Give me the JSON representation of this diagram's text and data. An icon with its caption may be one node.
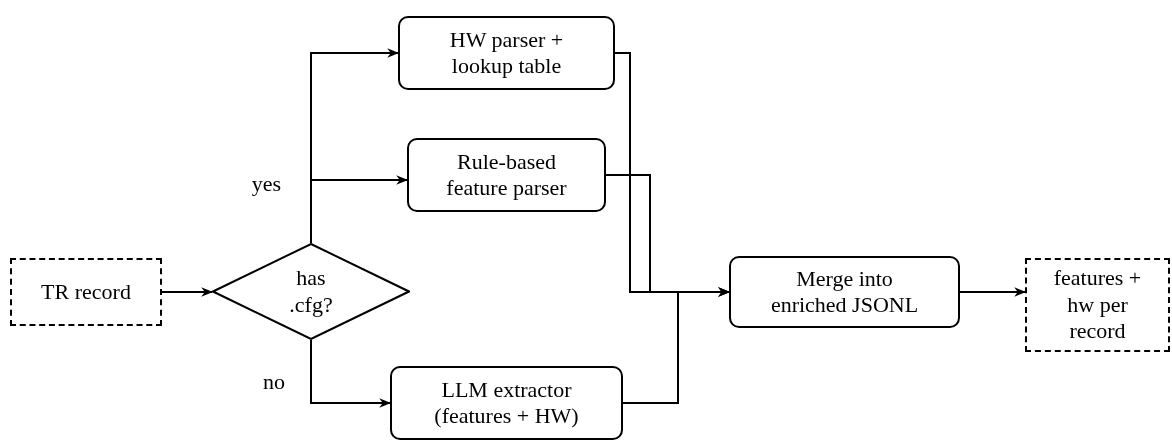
{
  "diagram": {
    "nodes": [
      {
        "text": [
          "TR record"
        ]
      },
      {
        "text": [
          "has .cfg?"
        ]
      },
      {
        "text": [
          "HW parser + lookup table"
        ]
      },
      {
        "text": [
          "Rule-based feature parser"
        ]
      },
      {
        "text": [
          "LLM extractor (features + HW)"
        ]
      },
      {
        "text": [
          "Merge into enriched JSONL"
        ]
      },
      {
        "text": [
          "features + hw per record"
        ]
      }
    ],
    "edges": [
      {
        "from": 0,
        "to": 1,
        "arrow": "to"
      },
      {
        "from": 1,
        "to": 2,
        "arrow": "to"
      },
      {
        "from": 1,
        "to": 3,
        "arrow": "to",
        "label": "yes"
      },
      {
        "from": 1,
        "to": 4,
        "arrow": "to",
        "label": "no"
      },
      {
        "from": 2,
        "to": 5,
        "arrow": "to"
      },
      {
        "from": 3,
        "to": 5,
        "arrow": "to"
      },
      {
        "from": 4,
        "to": 5,
        "arrow": "to"
      },
      {
        "from": 5,
        "to": 6,
        "arrow": "to"
      }
    ]
  }
}
